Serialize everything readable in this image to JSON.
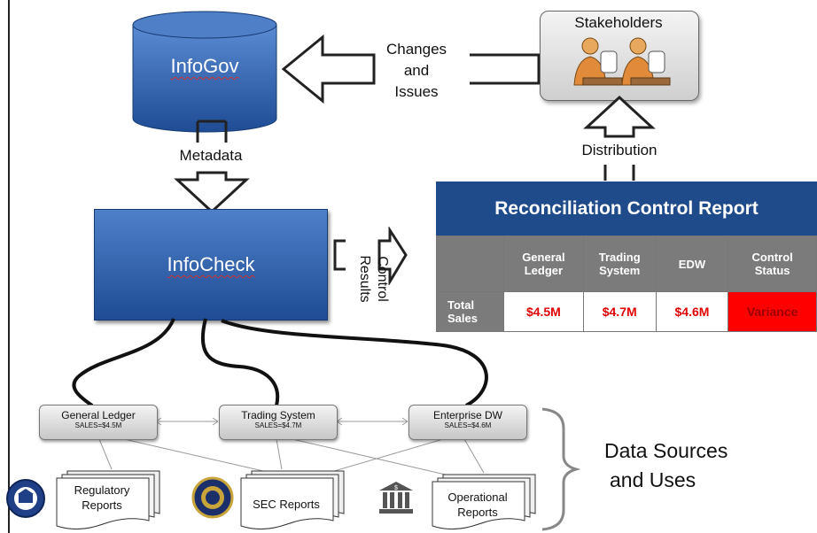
{
  "infogov": {
    "label": "InfoGov"
  },
  "infocheck": {
    "label": "InfoCheck"
  },
  "stakeholders": {
    "title": "Stakeholders"
  },
  "flows": {
    "changes_line1": "Changes",
    "changes_line2": "and",
    "changes_line3": "Issues",
    "metadata": "Metadata",
    "distribution": "Distribution",
    "control_line1": "Control",
    "control_line2": "Results"
  },
  "report": {
    "title": "Reconciliation Control Report",
    "headers": [
      {
        "line1": "",
        "line2": ""
      },
      {
        "line1": "General",
        "line2": "Ledger"
      },
      {
        "line1": "Trading",
        "line2": "System"
      },
      {
        "line1": "EDW",
        "line2": ""
      },
      {
        "line1": "Control",
        "line2": "Status"
      }
    ],
    "row_label_line1": "Total",
    "row_label_line2": "Sales",
    "values": [
      "$4.5M",
      "$4.7M",
      "$4.6M"
    ],
    "status": "Variance",
    "colors": {
      "header": "#1f4b8a",
      "cell_header": "#7b7b7b",
      "value_text": "#e00000",
      "variance": "#ff0000"
    }
  },
  "sources": [
    {
      "name": "General Ledger",
      "sales": "SALES=$4.5M"
    },
    {
      "name": "Trading System",
      "sales": "SALES=$4.7M"
    },
    {
      "name": "Enterprise DW",
      "sales": "SALES=$4.6M"
    }
  ],
  "reports": [
    {
      "line1": "Regulatory",
      "line2": "Reports",
      "icon": "regulator-seal-icon"
    },
    {
      "line1": "SEC Reports",
      "line2": "",
      "icon": "sec-seal-icon"
    },
    {
      "line1": "Operational",
      "line2": "Reports",
      "icon": "bank-icon"
    }
  ],
  "data_sources": {
    "line1": "Data Sources",
    "line2": "and Uses"
  }
}
